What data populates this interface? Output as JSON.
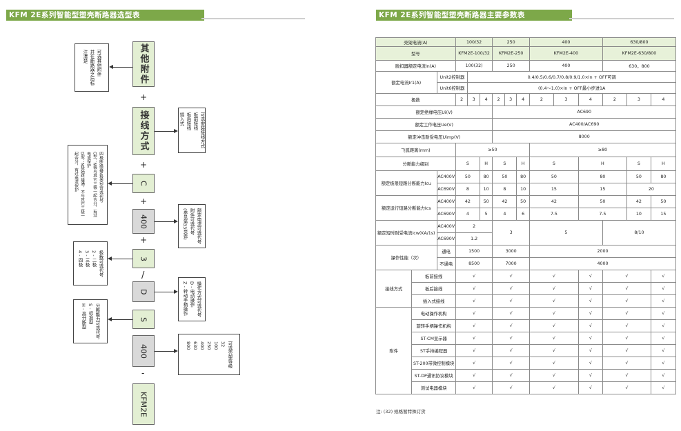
{
  "left": {
    "title": "KFM 2E系列智能型塑壳断路器选型表",
    "boxes": {
      "other": "其他附件",
      "wiring": "接线方式",
      "c": "C",
      "n400": "400",
      "three": "3",
      "d": "D",
      "s": "S",
      "frame400": "400",
      "model": "KFM2E"
    },
    "plus": "+",
    "slash": "/",
    "dash": "-",
    "notes": {
      "other": "可选其他附件\n并在断路器之后标\n注清楚",
      "wiring": "可选安装接线方式\n板前接线\n板后接线\n插入式",
      "c": "四极断路器N极类型可选代号\nC型：N极与其它三极一起合分，有过\n电流保护\nD型：N极始终接通，不与其它三极一\n起合分，有过电流保护",
      "n400": "额定电流可选代号\n附件可选代号\n(参见第33页表)",
      "three": "极数可选代号\n2 - 二极\n3 - 三极\n4 - 四极",
      "d": "操作方式可选代号\nD - 电动操作\nZ - 转动手柄操作",
      "s": "分断能力可选代号\nS - 标准型\nH - 高分断型",
      "frame400": "可选壳架等级\n32\n100\n250\n400\n630\n800"
    }
  },
  "right": {
    "title": "KFM 2E系列智能型塑壳断路器主要参数表",
    "footnote": "注: (32) 规格暂特殊订货",
    "rows": [
      [
        "壳架电流(A)",
        "100/32",
        "250",
        "400",
        "630/800"
      ],
      [
        "型号",
        "KFM2E-100/32",
        "KFM2E-250",
        "KFM2E-400",
        "KFM2E-630/800"
      ],
      [
        "脱扣器额定电流In(A)",
        "100(32)",
        "250",
        "400",
        "630，800"
      ],
      [
        "额定电流Ir1(A)",
        "Unit2控制器",
        "0.4/0.5/0.6/0.7/0.8/0.9/1.0×In + OFF可调"
      ],
      [
        "Unit6控制器",
        "(0.4～1.0)×In + OFF最小步进1A"
      ],
      [
        "极数",
        "2",
        "3",
        "4",
        "2",
        "3",
        "4",
        "2",
        "3",
        "4",
        "2",
        "3",
        "4"
      ],
      [
        "额定绝缘电压Ui(V)",
        "AC690"
      ],
      [
        "额定工作电压Ue(V)",
        "AC400/AC690"
      ],
      [
        "额定冲击耐受电压Uimp(V)",
        "8000"
      ],
      [
        "飞弧距离(mm)",
        "≥50",
        "≥80"
      ],
      [
        "分断能力级别",
        "S",
        "H",
        "S",
        "H",
        "S",
        "H",
        "S",
        "H"
      ],
      [
        "额定极限短路分断能力Icu",
        "AC400V",
        "50",
        "80",
        "50",
        "80",
        "50",
        "80",
        "50",
        "80"
      ],
      [
        "AC690V",
        "8",
        "10",
        "8",
        "10",
        "15",
        "15",
        "20"
      ],
      [
        "额定运行短路分断能力Ics",
        "AC400V",
        "42",
        "50",
        "42",
        "50",
        "42",
        "50",
        "42",
        "50"
      ],
      [
        "AC690V",
        "4",
        "5",
        "4",
        "6",
        "7.5",
        "7.5",
        "10",
        "15"
      ],
      [
        "额定短时耐受电流Icw(KA/1s)",
        "AC400V",
        "2",
        "3",
        "5",
        "8/10"
      ],
      [
        "AC690V",
        "1.2"
      ],
      [
        "操作性能（次）",
        "通电",
        "1500",
        "3000",
        "2000"
      ],
      [
        "不通电",
        "8500",
        "7000",
        "4000"
      ],
      [
        "接线方式",
        "板前接线",
        "√",
        "√",
        "√",
        "√",
        "√",
        "√"
      ],
      [
        "板后接线",
        "√",
        "√",
        "√",
        "√",
        "√",
        "√"
      ],
      [
        "插入式接线",
        "√",
        "√",
        "√",
        "√",
        "√",
        "√"
      ],
      [
        "附件",
        "电动操作机构",
        "√",
        "√",
        "√",
        "√",
        "√",
        "√"
      ],
      [
        "旋转手柄操作机构",
        "√",
        "√",
        "√",
        "√",
        "√",
        "√"
      ],
      [
        "ST-CM显示器",
        "√",
        "√",
        "√",
        "√",
        "√",
        "√"
      ],
      [
        "ST手持编程器",
        "√",
        "√",
        "√",
        "√",
        "√",
        "√"
      ],
      [
        "ST-200带微控制模块",
        "√",
        "√",
        "√",
        "√",
        "√",
        "√"
      ],
      [
        "ST-DP通讯协议模块",
        "√",
        "√",
        "√",
        "√",
        "√",
        "√"
      ],
      [
        "测试电器模块",
        "√",
        "√",
        "√",
        "√",
        "√",
        "√"
      ]
    ]
  }
}
